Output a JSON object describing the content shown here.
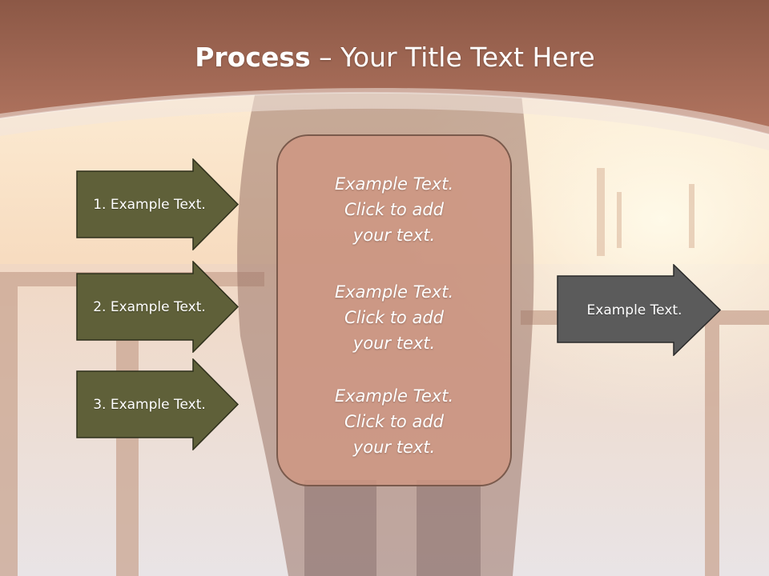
{
  "slide": {
    "title_bold": "Process",
    "title_rest": " – Your Title Text Here",
    "left_arrows": [
      {
        "label": "1. Example Text."
      },
      {
        "label": "2. Example Text."
      },
      {
        "label": "3. Example Text."
      }
    ],
    "center_blocks": [
      {
        "line1": "Example Text.",
        "line2": "Click  to add",
        "line3": "your text."
      },
      {
        "line1": "Example Text.",
        "line2": "Click  to add",
        "line3": "your text."
      },
      {
        "line1": "Example Text.",
        "line2": "Click  to add",
        "line3": "your text."
      }
    ],
    "right_arrow": {
      "label": "Example Text."
    }
  },
  "colors": {
    "header_brown": "#a56a54",
    "arrow_olive": "#5f6039",
    "arrow_gray": "#5b5b5b",
    "center_box_fill": "#ce9682",
    "center_box_border": "#7a5a4c"
  }
}
